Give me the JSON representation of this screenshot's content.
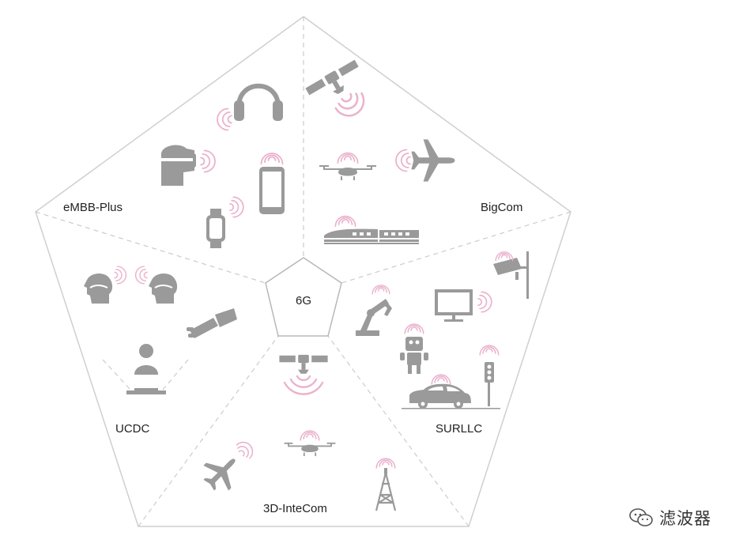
{
  "center": {
    "label": "6G"
  },
  "sectors": {
    "embb": {
      "label": "eMBB-Plus",
      "icons": [
        "headphones-icon",
        "vr-headset-icon",
        "smartphone-icon",
        "smartwatch-icon"
      ]
    },
    "bigcom": {
      "label": "BigCom",
      "icons": [
        "satellite-icon",
        "drone-icon",
        "airplane-icon",
        "high-speed-train-icon"
      ]
    },
    "surllc": {
      "label": "SURLLC",
      "icons": [
        "security-camera-icon",
        "monitor-icon",
        "robot-arm-icon",
        "robot-icon",
        "traffic-light-icon",
        "car-icon"
      ]
    },
    "intecom": {
      "label": "3D-InteCom",
      "icons": [
        "satellite-icon",
        "drone-icon",
        "airplane-icon",
        "cell-tower-icon"
      ]
    },
    "ucdc": {
      "label": "UCDC",
      "icons": [
        "head-profile-icon",
        "head-profile-icon",
        "hand-icon",
        "hologram-person-icon"
      ]
    }
  },
  "colors": {
    "outline": "#cfcfcf",
    "divider": "#cccccc",
    "icon": "#9a9a9a",
    "signal": "#eab2cd",
    "text": "#222222"
  },
  "watermark": {
    "text": "滤波器",
    "icon": "wechat-icon"
  }
}
